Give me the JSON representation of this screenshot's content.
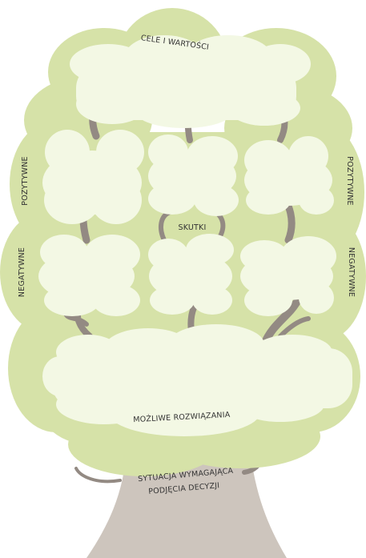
{
  "labels": {
    "top": "CELE I WARTOŚCI",
    "left_upper": "POZYTYWNE",
    "right_upper": "POZYTYWNE",
    "center": "SKUTKI",
    "left_lower": "NEGATYWNE",
    "right_lower": "NEGATYWNE",
    "bottom": "MOŻLIWE ROZWIĄZANIA",
    "trunk_line1": "SYTUACJA WYMAGAJĄCA",
    "trunk_line2": "PODJĘCIA DECYZJI"
  },
  "colors": {
    "canopy": "#d6e2a8",
    "cloud": "#f3f8e4",
    "branch": "#938a83",
    "trunk": "#cdc5bd",
    "text": "#333333"
  }
}
